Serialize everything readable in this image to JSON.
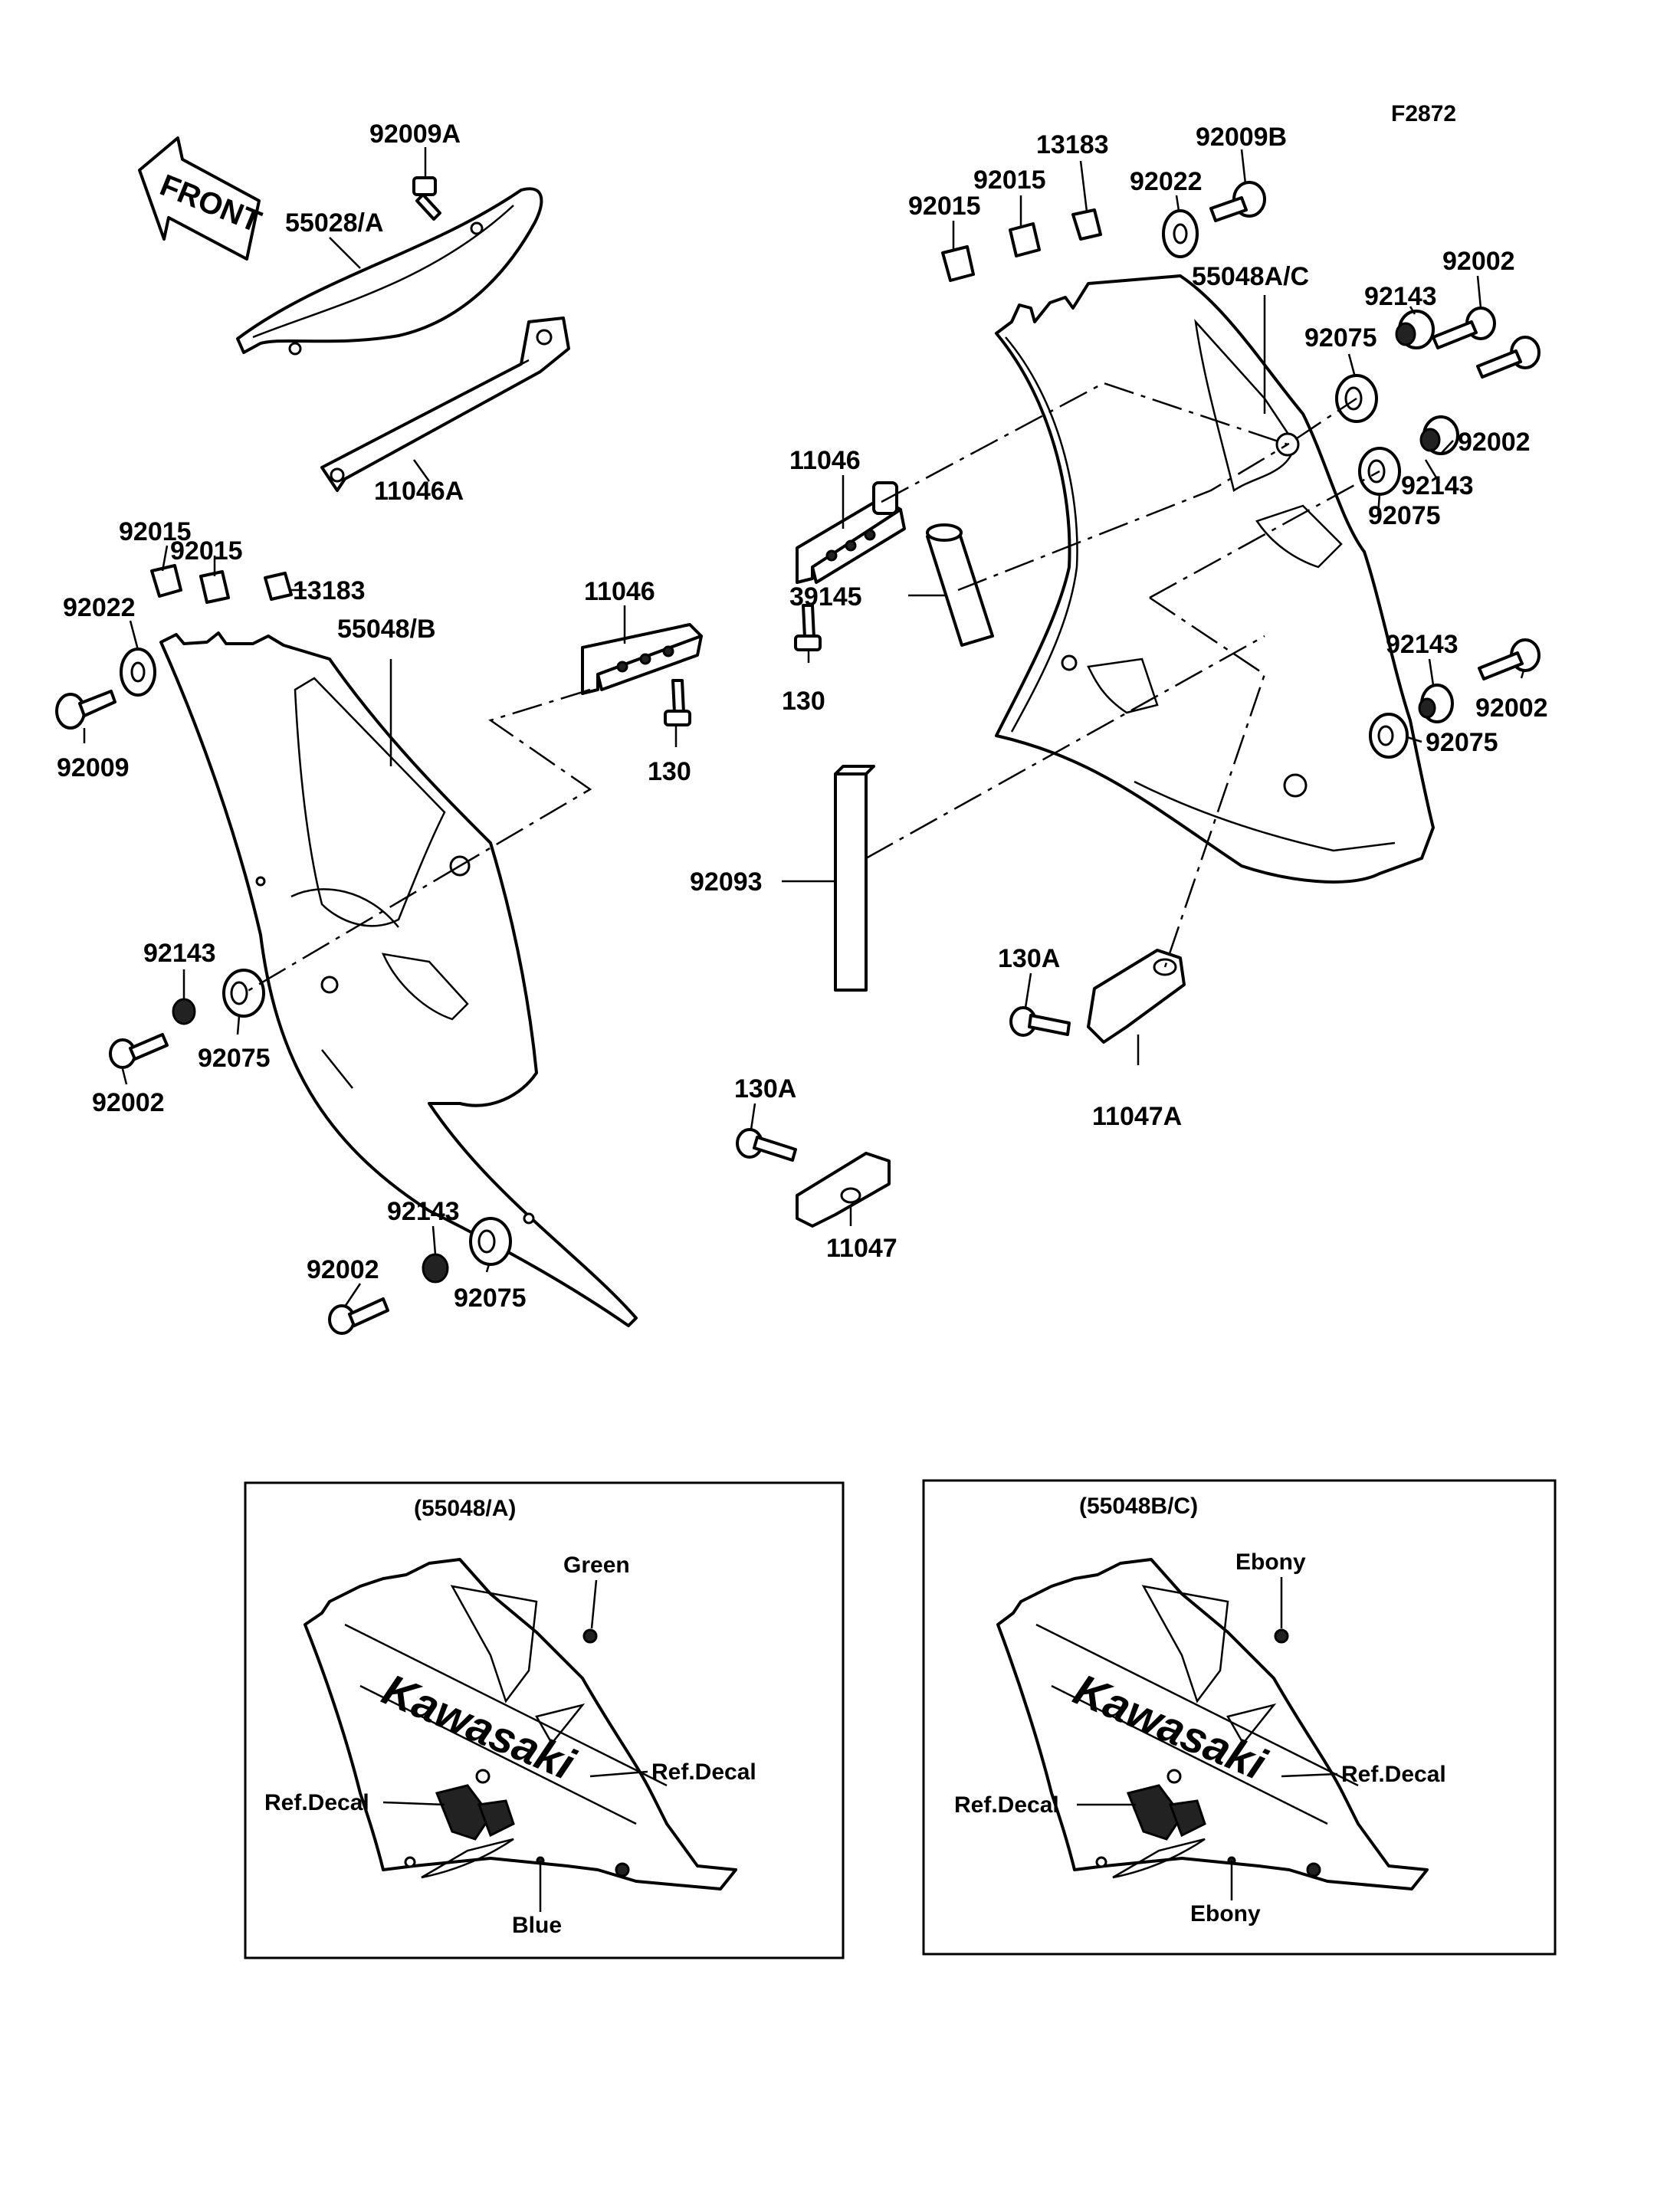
{
  "figure_code": "F2872",
  "direction_arrow": "FRONT",
  "labels": {
    "p92009A": "92009A",
    "p55028A": "55028/A",
    "p11046A": "11046A",
    "p92015_r1": "92015",
    "p92015_r2": "92015",
    "p13183_r": "13183",
    "p92009B": "92009B",
    "p92022_r": "92022",
    "p55048AC": "55048A/C",
    "p92002_r1": "92002",
    "p92143_r1": "92143",
    "p92075_r1": "92075",
    "p92002_r2": "92002",
    "p92143_r2": "92143",
    "p92075_r2": "92075",
    "p11046_r": "11046",
    "p39145": "39145",
    "p130_r": "130",
    "p92143_r3": "92143",
    "p92002_r3": "92002",
    "p92075_r3": "92075",
    "p92093": "92093",
    "p130A_r": "130A",
    "p11047A": "11047A",
    "p130A_m": "130A",
    "p11047": "11047",
    "p92015_l1": "92015",
    "p92015_l2": "92015",
    "p13183_l": "13183",
    "p92022_l": "92022",
    "p55048B": "55048/B",
    "p11046_l": "11046",
    "p92009_l": "92009",
    "p130_l": "130",
    "p92143_l1": "92143",
    "p92075_l1": "92075",
    "p92002_l1": "92002",
    "p92143_l2": "92143",
    "p92002_l2": "92002",
    "p92075_l2": "92075"
  },
  "color_variants": [
    {
      "title": "(55048/A)",
      "brand": "Kawasaki",
      "top_color": "Green",
      "bottom_color": "Blue",
      "decal_right": "Ref.Decal",
      "decal_left": "Ref.Decal"
    },
    {
      "title": "(55048B/C)",
      "brand": "Kawasaki",
      "top_color": "Ebony",
      "bottom_color": "Ebony",
      "decal_right": "Ref.Decal",
      "decal_left": "Ref.Decal"
    }
  ]
}
